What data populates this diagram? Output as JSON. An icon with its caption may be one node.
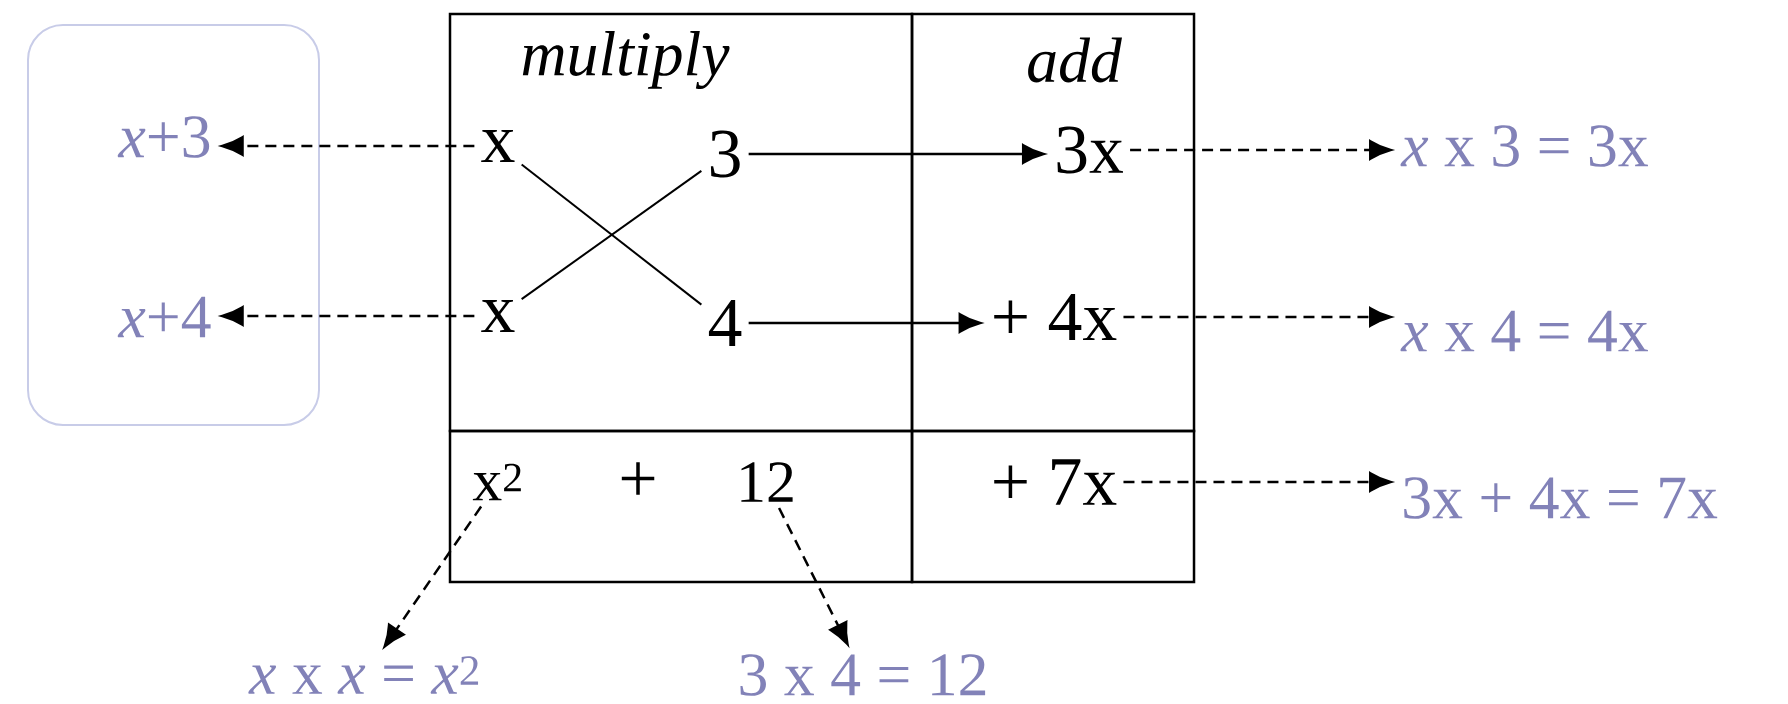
{
  "diagram": {
    "nodes": [
      {
        "text": [],
        "shape": "box"
      },
      {
        "text": [
          "*x*+3"
        ],
        "in": 0
      },
      {
        "text": [
          "*x*+4"
        ],
        "in": 0
      },
      {
        "text": [
          "multiply"
        ]
      },
      {
        "text": [
          "x"
        ],
        "in": 3
      },
      {
        "text": [
          "3"
        ],
        "in": 3
      },
      {
        "text": [
          "x"
        ],
        "in": 3
      },
      {
        "text": [
          "4"
        ],
        "in": 3
      },
      {
        "text": [
          "add"
        ]
      },
      {
        "text": [
          "3x"
        ],
        "in": 8
      },
      {
        "text": [
          "+ 4x"
        ],
        "in": 8
      },
      {
        "text": [
          "+"
        ]
      },
      {
        "text": [
          "x$^{2}$"
        ],
        "in": 11
      },
      {
        "text": [
          "12"
        ],
        "in": 11
      },
      {
        "text": [],
        "shape": "box"
      },
      {
        "text": [
          "+ 7x"
        ],
        "in": 14
      },
      {
        "text": [
          "*x* x 3 = 3x"
        ]
      },
      {
        "text": [
          "*x* x 4 = 4x"
        ]
      },
      {
        "text": [
          "3x + 4x = 7x"
        ]
      },
      {
        "text": [
          "*x* x *x* = *x*$^{2}$"
        ]
      },
      {
        "text": [
          "3 x 4 = 12"
        ]
      }
    ],
    "edges": [
      {
        "from": 4,
        "to": 1,
        "arrow": "to",
        "style": "dashed"
      },
      {
        "from": 6,
        "to": 2,
        "arrow": "to",
        "style": "dashed"
      },
      {
        "from": 4,
        "to": 7,
        "arrow": "none"
      },
      {
        "from": 6,
        "to": 5,
        "arrow": "none"
      },
      {
        "from": 5,
        "to": 9,
        "arrow": "to"
      },
      {
        "from": 7,
        "to": 10,
        "arrow": "to"
      },
      {
        "from": 9,
        "to": 16,
        "arrow": "to",
        "style": "dashed"
      },
      {
        "from": 10,
        "to": 17,
        "arrow": "to",
        "style": "dashed"
      },
      {
        "from": 15,
        "to": 18,
        "arrow": "to",
        "style": "dashed"
      },
      {
        "from": 12,
        "to": 19,
        "arrow": "to",
        "style": "dashed"
      },
      {
        "from": 13,
        "to": 20,
        "arrow": "to",
        "style": "dashed"
      }
    ]
  }
}
